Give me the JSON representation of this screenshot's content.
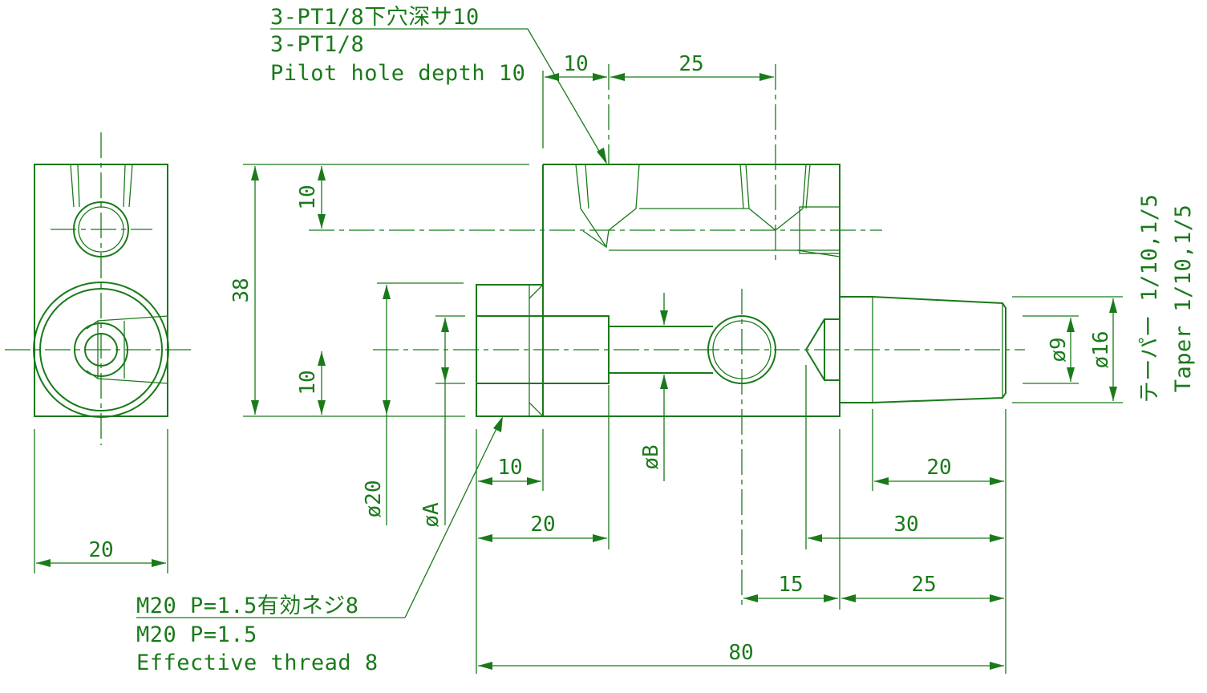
{
  "colors": {
    "line": "#1a7a1a",
    "background": "#ffffff"
  },
  "notes": {
    "top_jp": "3-PT1/8下穴深サ10",
    "top_en1": "3-PT1/8",
    "top_en2": "Pilot hole depth 10",
    "bottom_jp": "M20 P=1.5有効ネジ8",
    "bottom_en1": "M20 P=1.5",
    "bottom_en2": "Effective thread 8",
    "taper_jp": "テーパー 1/10,1/5",
    "taper_en": "Taper 1/10,1/5"
  },
  "dimensions": {
    "top_10": "10",
    "top_25": "25",
    "left_10_top": "10",
    "left_38": "38",
    "left_10_bottom": "10",
    "phi20": "ø20",
    "phiA": "øA",
    "phiB": "øB",
    "phi9": "ø9",
    "phi16": "ø16",
    "bottom_10": "10",
    "bottom_20": "20",
    "side_20": "20",
    "right_20": "20",
    "right_30": "30",
    "right_15": "15",
    "right_25": "25",
    "overall_80": "80"
  }
}
